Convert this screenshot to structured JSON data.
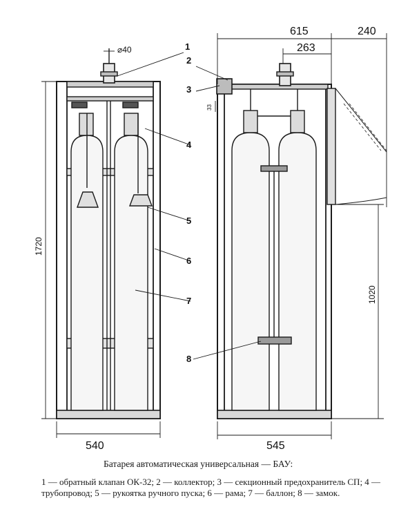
{
  "dimensions": {
    "top_left": "⌀40",
    "top_615": "615",
    "top_240": "240",
    "top_263": "263",
    "height_1720": "1720",
    "height_1020": "1020",
    "small_33": "33",
    "bottom_540": "540",
    "bottom_545": "545"
  },
  "callouts": [
    "1",
    "2",
    "3",
    "4",
    "5",
    "6",
    "7",
    "8"
  ],
  "caption": {
    "title": "Батарея автоматическая универсальная — БАУ:",
    "legend": "1 — обратный клапан ОК-32; 2 — коллектор; 3 — секционный предохранитель СП; 4 — трубопровод; 5 — рукоятка ручного пуска; 6 — рама; 7 — баллон; 8 — замок."
  },
  "colors": {
    "ink": "#1a1a1a",
    "paper": "#ffffff"
  }
}
